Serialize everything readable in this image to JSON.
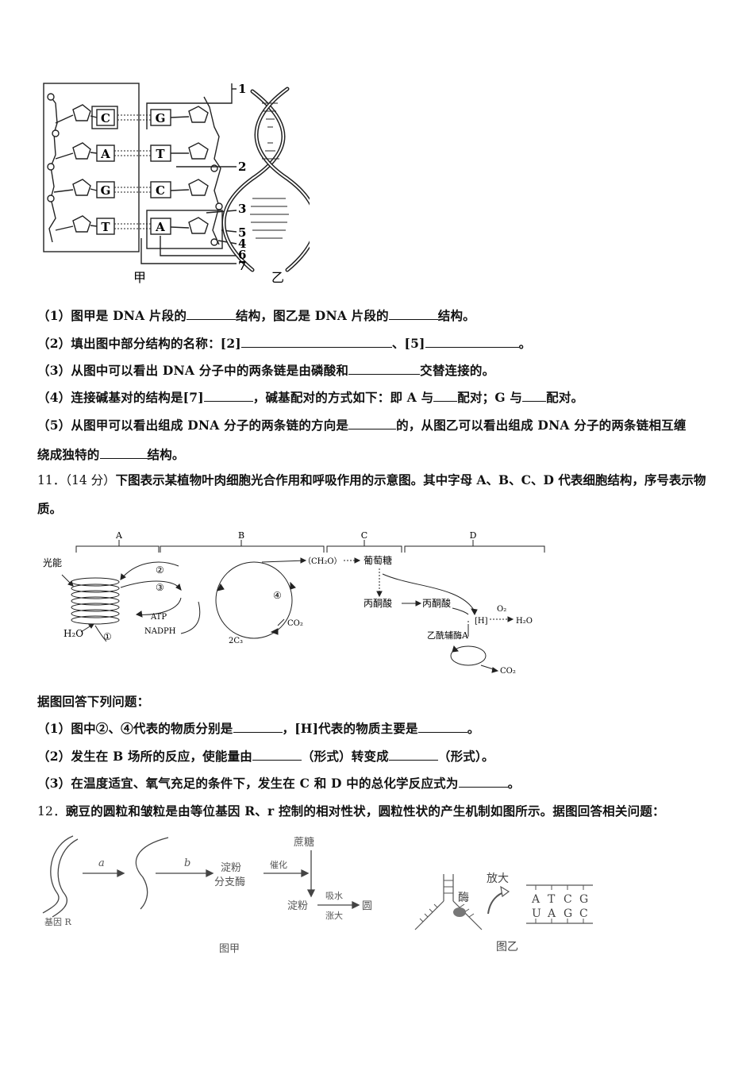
{
  "dna_figure": {
    "bases_left": [
      "C",
      "A",
      "G",
      "T"
    ],
    "bases_right": [
      "G",
      "T",
      "C",
      "A"
    ],
    "numbers": [
      "1",
      "2",
      "3",
      "5",
      "4",
      "6",
      "7"
    ],
    "label_jia": "甲",
    "label_yi": "乙"
  },
  "q10": {
    "p1": {
      "prefix": "（1）图甲是 DNA 片段的",
      "mid": "结构，图乙是 DNA 片段的",
      "suffix": "结构。"
    },
    "p2": {
      "prefix": "（2）填出图中部分结构的名称：[2]",
      "mid": "、[5]",
      "suffix": "。"
    },
    "p3": {
      "prefix": "（3）从图中可以看出 DNA 分子中的两条链是由磷酸和",
      "suffix": "交替连接的。"
    },
    "p4": {
      "prefix": "（4）连接碱基对的结构是[7]",
      "mid1": "，碱基配对的方式如下：即 A 与",
      "mid2": "配对；G 与",
      "suffix": "配对。"
    },
    "p5": {
      "line1_prefix": "（5）从图甲可以看出组成 DNA 分子的两条链的方向是",
      "line1_mid": "的，从图乙可以看出组成 DNA 分子的两条链相互缠",
      "line2_prefix": "绕成独特的",
      "line2_suffix": "结构。"
    }
  },
  "q11": {
    "number": "11．（14 分）",
    "stem": "下图表示某植物叶肉细胞光合作用和呼吸作用的示意图。其中字母 A、B、C、D 代表细胞结构，序号表示物质。",
    "figure": {
      "sections": [
        "A",
        "B",
        "C",
        "D"
      ],
      "light": "光能",
      "water": "H₂O",
      "circ1": "①",
      "circ2": "②",
      "circ3": "③",
      "circ4": "④",
      "atp": "ATP",
      "nadph": "NADPH",
      "co2": "CO₂",
      "c3": "2C₃",
      "ch2o": "（CH₂O）",
      "glucose": "葡萄糖",
      "pyruvate1": "丙酮酸",
      "pyruvate2": "丙酮酸",
      "h": "[H]",
      "o2": "O₂",
      "h2o_out": "H₂O",
      "acetyl": "乙酰辅酶A",
      "co2_out": "CO₂"
    },
    "intro": "据图回答下列问题：",
    "p1": {
      "prefix": "（1）图中②、④代表的物质分别是",
      "mid": "，[H]代表的物质主要是",
      "suffix": "。"
    },
    "p2": {
      "prefix": "（2）发生在 B 场所的反应，使能量由",
      "mid": "（形式）转变成",
      "suffix": "（形式）。"
    },
    "p3": {
      "prefix": "（3）在温度适宜、氧气充足的条件下，发生在 C 和 D 中的总化学反应式为",
      "suffix": "。"
    }
  },
  "q12": {
    "number": "12．",
    "stem": "豌豆的圆粒和皱粒是由等位基因 R、r 控制的相对性状，圆粒性状的产生机制如图所示。据图回答相关问题：",
    "figure_jia": {
      "a": "a",
      "b": "b",
      "gene": "基因 R",
      "enzyme": "淀粉\n分支酶",
      "enzyme_l1": "淀粉",
      "enzyme_l2": "分支酶",
      "catalyze": "催化",
      "sucrose": "蔗糖",
      "starch": "淀粉",
      "absorb": "吸水",
      "swell": "涨大",
      "round": "圆",
      "caption": "图甲"
    },
    "figure_yi": {
      "enzyme": "酶",
      "enlarge": "放大",
      "top": [
        "A",
        "T",
        "C",
        "G"
      ],
      "bottom": [
        "U",
        "A",
        "G",
        "C"
      ],
      "caption": "图乙"
    }
  }
}
